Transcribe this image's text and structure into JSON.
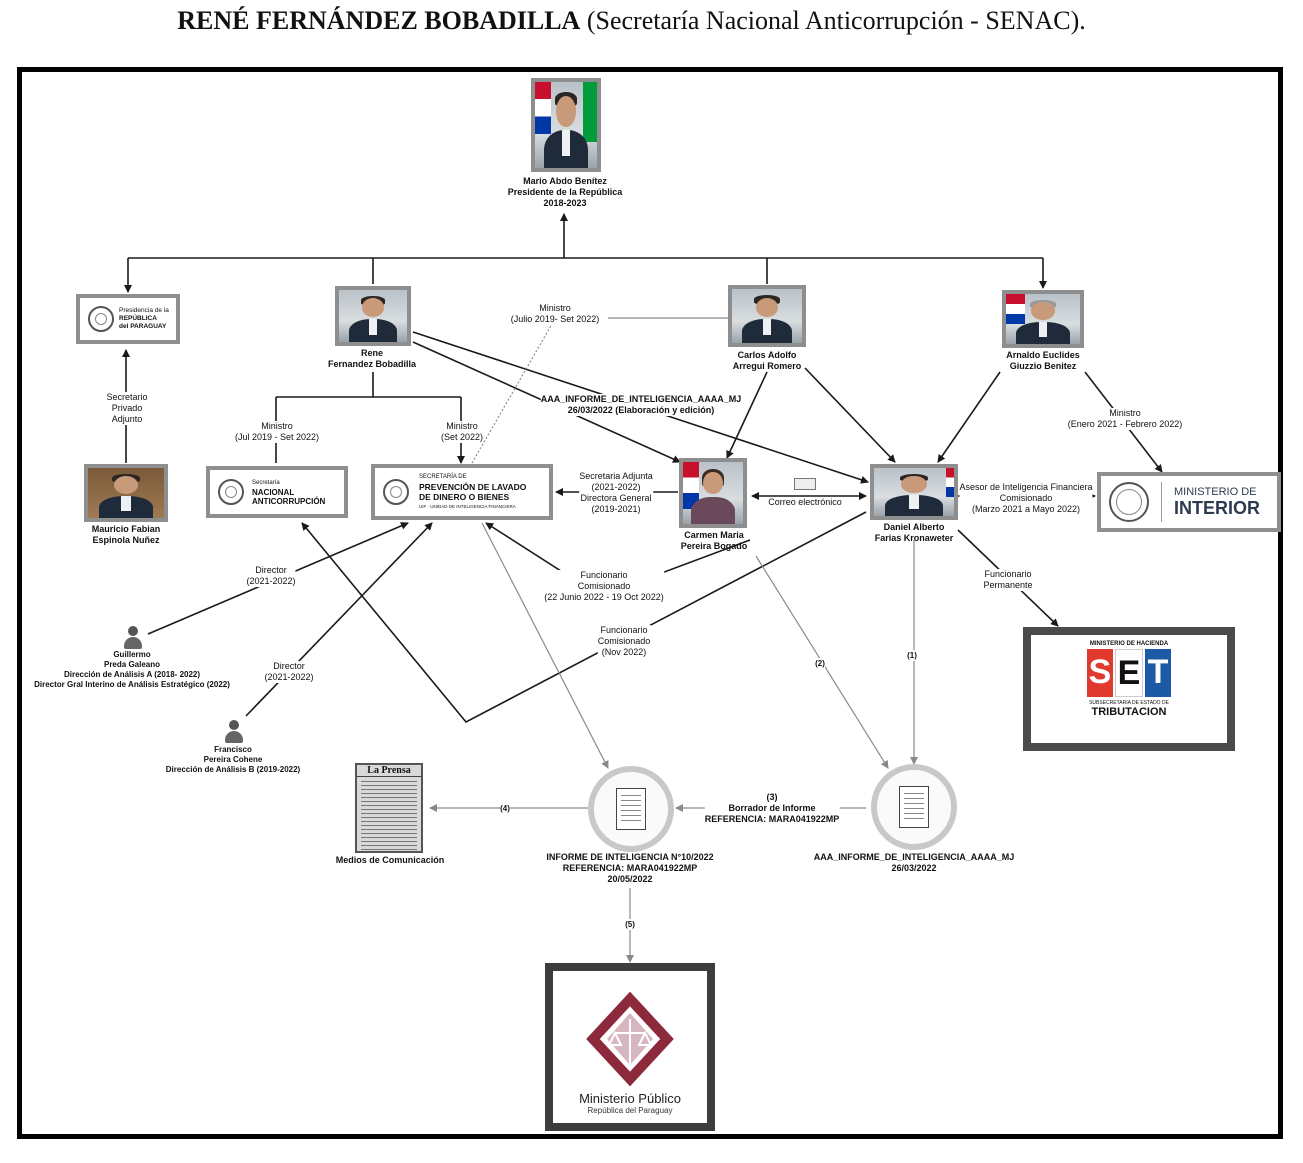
{
  "header": {
    "name": "RENÉ FERNÁNDEZ BOBADILLA",
    "suffix": " (Secretaría Nacional Anticorrupción - SENAC)."
  },
  "people": {
    "abdo": {
      "line1": "Mario Abdo Benítez",
      "line2": "Presidente de la República",
      "line3": "2018-2023"
    },
    "rene": {
      "line1": "Rene",
      "line2": "Fernandez Bobadilla"
    },
    "arregui": {
      "line1": "Carlos Adolfo",
      "line2": "Arregui Romero"
    },
    "giuzzio": {
      "line1": "Arnaldo  Euclides",
      "line2": "Giuzzio Benitez"
    },
    "espinola": {
      "line1": "Mauricio Fabian",
      "line2": "Espinola Nuñez"
    },
    "pereira": {
      "line1": "Carmen Maria",
      "line2": "Pereira Bogado"
    },
    "farias": {
      "line1": "Daniel Alberto",
      "line2": "Farias Kronaweter"
    },
    "preda": {
      "line1": "Guillermo",
      "line2": "Preda Galeano",
      "line3": "Dirección de Análisis A (2018- 2022)",
      "line4": "Director Gral Interino de Análisis Estratégico (2022)"
    },
    "cohene": {
      "line1": "Francisco",
      "line2": "Pereira Cohene",
      "line3": "Dirección de Análisis B (2019-2022)"
    }
  },
  "logos": {
    "presidencia": {
      "line1": "Presidencia de la",
      "line2": "REPÚBLICA",
      "line3": "del PARAGUAY"
    },
    "senac": {
      "line1": "Secretaría",
      "line2": "NACIONAL",
      "line3": "ANTICORRUPCIÓN"
    },
    "seprelad": {
      "line1": "SECRETARÍA DE",
      "line2": "PREVENCIÓN DE LAVADO",
      "line3": "DE DINERO O BIENES",
      "line4": "UIF · UNIDAD DE INTELIGENCIA FINANCIERA"
    },
    "interior": {
      "line1": "MINISTERIO DE",
      "line2": "INTERIOR"
    },
    "set": {
      "top": "MINISTERIO DE HACIENDA",
      "s": "S",
      "e": "E",
      "t": "T",
      "sub": "SUBSECRETARIA DE ESTADO DE",
      "name": "TRIBUTACION"
    },
    "fiscalia": {
      "line1": "Ministerio Público",
      "line2": "República del Paraguay"
    },
    "prensa": {
      "masthead": "La Prensa"
    }
  },
  "edges": {
    "ministro_arregui": {
      "line1": "Ministro",
      "line2": "(Julio 2019- Set 2022)"
    },
    "informe_mj": {
      "line1": "AAA_INFORME_DE_INTELIGENCIA_AAAA_MJ",
      "line2": "26/03/2022 (Elaboración y edición)"
    },
    "secretario_privado": {
      "line1": "Secretario",
      "line2": "Privado",
      "line3": "Adjunto"
    },
    "ministro_senac": {
      "line1": "Ministro",
      "line2": "(Jul 2019 - Set 2022)"
    },
    "ministro_seprelad": {
      "line1": "Ministro",
      "line2": "(Set 2022)"
    },
    "secretaria_adjunta": {
      "line1": "Secretaria Adjunta",
      "line2": "(2021-2022)",
      "line3": "Directora  General",
      "line4": "(2019-2021)"
    },
    "correo": {
      "line1": "Correo electrónico"
    },
    "ministro_interior": {
      "line1": "Ministro",
      "line2": "(Enero 2021 - Febrero 2022)"
    },
    "asesor": {
      "line1": "Asesor de Inteligencia Financiera",
      "line2": "Comisionado",
      "line3": "(Marzo 2021 a Mayo 2022)"
    },
    "director_preda": {
      "line1": "Director",
      "line2": "(2021-2022)"
    },
    "funcionario_comisionado_1": {
      "line1": "Funcionario",
      "line2": "Comisionado",
      "line3": "(22 Junio 2022 - 19 Oct 2022)"
    },
    "funcionario_permanente": {
      "line1": "Funcionario",
      "line2": "Permanente"
    },
    "funcionario_comisionado_2": {
      "line1": "Funcionario",
      "line2": "Comisionado",
      "line3": "(Nov 2022)"
    },
    "director_cohene": {
      "line1": "Director",
      "line2": "(2021-2022)"
    },
    "step1": "(1)",
    "step2": "(2)",
    "step3": {
      "line1": "(3)",
      "line2": "Borrador de Informe",
      "line3": "REFERENCIA: MARA041922MP"
    },
    "step4": "(4)",
    "step5": "(5)"
  },
  "documents": {
    "informe10": {
      "line1": "INFORME DE INTELIGENCIA N°10/2022",
      "line2": "REFERENCIA: MARA041922MP",
      "line3": "20/05/2022"
    },
    "informe_mj": {
      "line1": "AAA_INFORME_DE_INTELIGENCIA_AAAA_MJ",
      "line2": "26/03/2022"
    },
    "medios": {
      "line1": "Medios de Comunicación"
    }
  },
  "colors": {
    "frame": "#000000",
    "edge": "#1a1a1a",
    "edge_light": "#8a8a8a",
    "border_gray": "#8f8f8f",
    "py_red": "#c8102e",
    "py_blue": "#0038a8",
    "set_red": "#e03a2e",
    "set_blue": "#1d5aa6",
    "fiscalia_wine": "#8c2a3c"
  }
}
